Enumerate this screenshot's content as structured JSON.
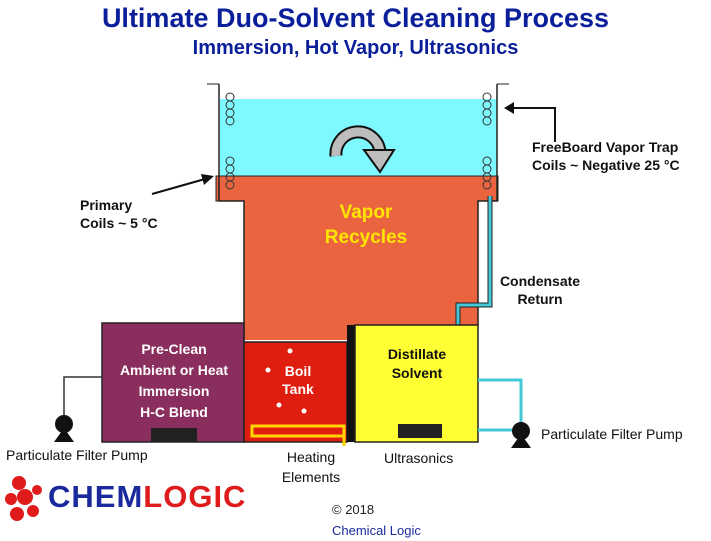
{
  "title": "Ultimate Duo-Solvent Cleaning Process",
  "subtitle": "Immersion, Hot Vapor, Ultrasonics",
  "labels": {
    "primary_coils_line1": "Primary",
    "primary_coils_line2": "Coils  ~ 5 °C",
    "freeboard_line1": "FreeBoard Vapor Trap",
    "freeboard_line2": "Coils  ~ Negative 25 °C",
    "vapor_line1": "Vapor",
    "vapor_line2": "Recycles",
    "condensate_line1": "Condensate",
    "condensate_line2": "Return",
    "preclean_line1": "Pre-Clean",
    "preclean_line2": "Ambient or Heat",
    "preclean_line3": "Immersion",
    "preclean_line4": "H-C Blend",
    "boil_line1": "Boil",
    "boil_line2": "Tank",
    "distillate_line1": "Distillate",
    "distillate_line2": "Solvent",
    "pump_left": "Particulate Filter Pump",
    "pump_right": "Particulate Filter Pump",
    "heating_line1": "Heating",
    "heating_line2": "Elements",
    "ultrasonics": "Ultrasonics"
  },
  "logo": {
    "part1": "CHEM",
    "part2": "LOGIC",
    "color1": "#1a2a9c",
    "color2": "#e01b1b"
  },
  "copyright": {
    "line1": "© 2018",
    "line2": "Chemical Logic"
  },
  "colors": {
    "title": "#0b1f9a",
    "freeboard": "#7ef9ff",
    "vapor": "#ea6440",
    "preclean": "#8a2e5e",
    "boil_tank": "#e01e10",
    "distillate": "#ffff33",
    "condensate_pipe": "#44c8d8"
  }
}
